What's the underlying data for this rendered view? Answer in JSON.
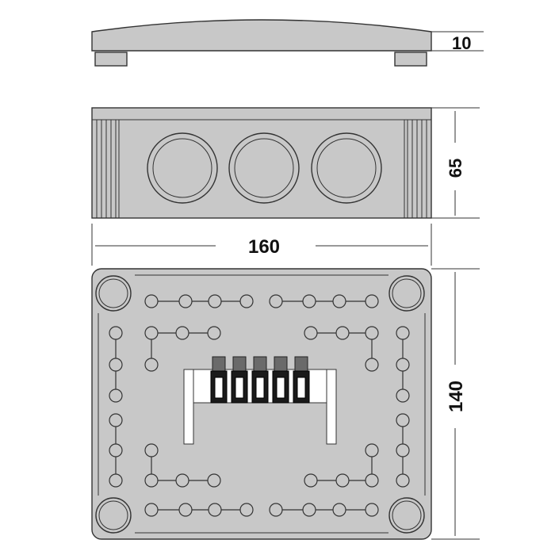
{
  "dimensions": {
    "lid_height": "10",
    "box_height": "65",
    "width": "160",
    "depth": "140"
  },
  "colors": {
    "body": "#c8c8c8",
    "outline": "#333333",
    "terminal": "#1a1a1a",
    "terminal_top": "#6a6a6a"
  },
  "views": {
    "top": "lid",
    "front": "front-with-knockouts",
    "plan": "inside-plan-with-terminal-block"
  },
  "knockouts_front": 3,
  "terminal_positions": 5
}
